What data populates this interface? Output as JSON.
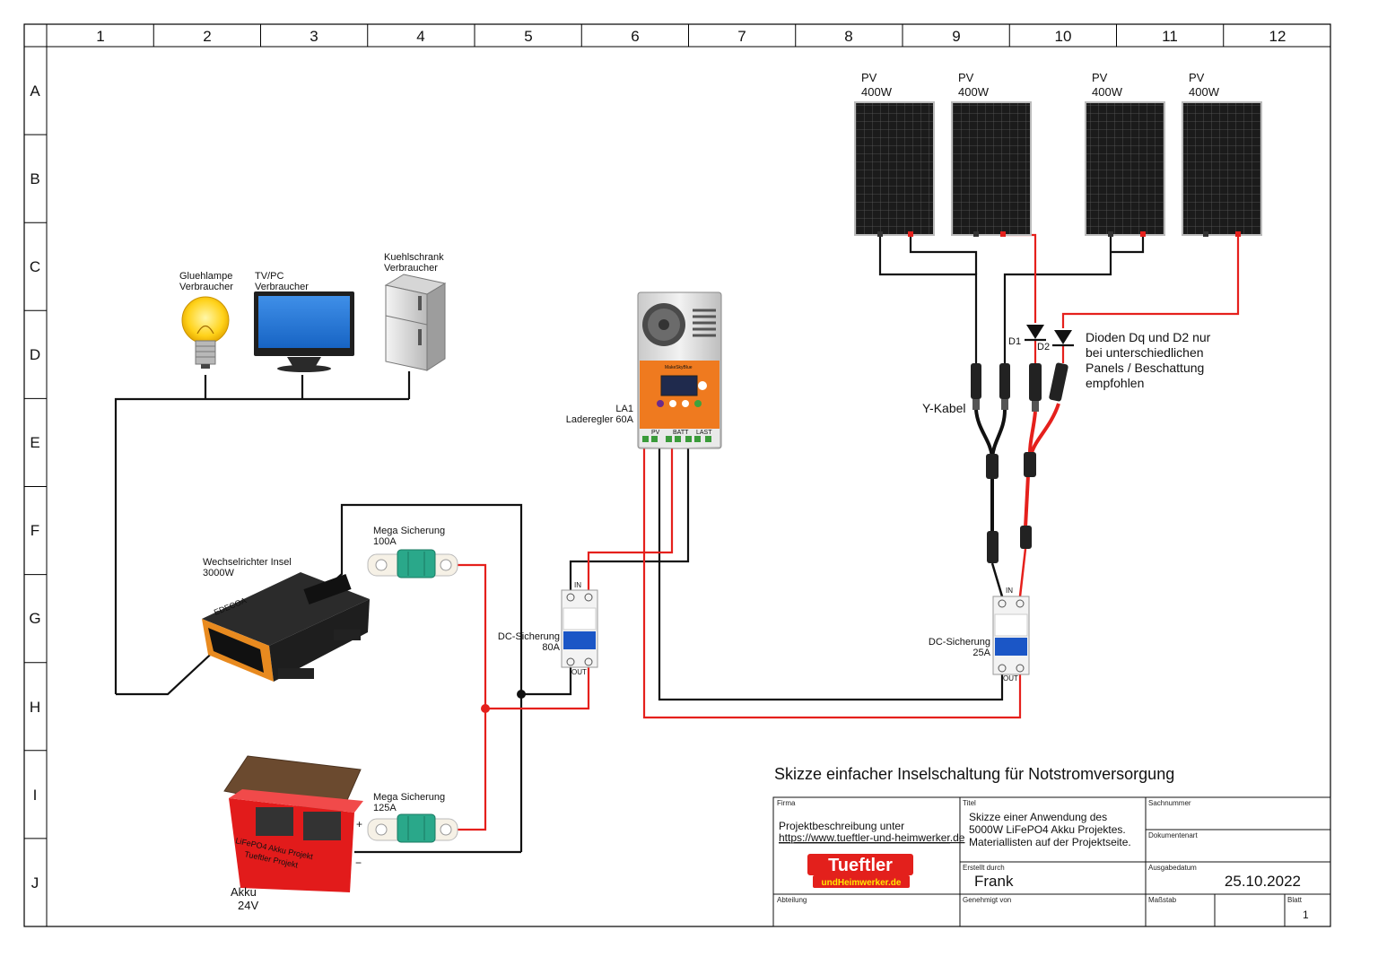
{
  "grid": {
    "columns": [
      "1",
      "2",
      "3",
      "4",
      "5",
      "6",
      "7",
      "8",
      "9",
      "10",
      "11",
      "12"
    ],
    "rows": [
      "A",
      "B",
      "C",
      "D",
      "E",
      "F",
      "G",
      "H",
      "I",
      "J"
    ]
  },
  "panels": [
    {
      "line1": "PV",
      "line2": "400W"
    },
    {
      "line1": "PV",
      "line2": "400W"
    },
    {
      "line1": "PV",
      "line2": "400W"
    },
    {
      "line1": "PV",
      "line2": "400W"
    }
  ],
  "consumers": {
    "lamp": {
      "line1": "Gluehlampe",
      "line2": "Verbraucher"
    },
    "tv": {
      "line1": "TV/PC",
      "line2": "Verbraucher"
    },
    "fridge": {
      "line1": "Kuehlschrank",
      "line2": "Verbraucher"
    }
  },
  "controller": {
    "line1": "LA1",
    "line2": "Laderegler 60A",
    "term_pv": "PV",
    "term_batt": "BATT",
    "term_last": "LAST",
    "brand": "MakeSkyBlue"
  },
  "diodes": {
    "d1": "D1",
    "d2": "D2",
    "note": [
      "Dioden Dq und D2  nur",
      "bei unterschiedlichen",
      "Panels / Beschattung",
      "empfohlen"
    ]
  },
  "y_cable": "Y-Kabel",
  "inverter": {
    "line1": "Wechselrichter Insel",
    "line2": "3000W",
    "brand": "EDECOA"
  },
  "fuse100": {
    "line1": "Mega Sicherung",
    "line2": "100A"
  },
  "fuse125": {
    "line1": "Mega Sicherung",
    "line2": "125A"
  },
  "dc_fuse_80": {
    "line1": "DC-Sicherung",
    "line2": "80A",
    "in": "IN",
    "out": "OUT"
  },
  "dc_fuse_25": {
    "line1": "DC-Sicherung",
    "line2": "25A",
    "in": "IN",
    "out": "OUT"
  },
  "battery": {
    "line1": "Akku",
    "line2": "24V",
    "plus": "+",
    "minus": "−",
    "label_top": "LiFePO4 Akku Projekt",
    "label_bottom": "Tueftler Projekt"
  },
  "sketch_title": "Skizze einfacher Inselschaltung für Notstromversorgung",
  "title_block": {
    "firma_label": "Firma",
    "firma_line1": "Projektbeschreibung unter",
    "firma_line2": "https://www.tueftler-und-heimwerker.de",
    "titel_label": "Titel",
    "titel_line1": "Skizze einer Anwendung des",
    "titel_line2": "5000W LiFePO4 Akku Projektes.",
    "titel_line3": "Materiallisten auf der Projektseite.",
    "sachnummer_label": "Sachnummer",
    "dokumentenart_label": "Dokumentenart",
    "erstellt_label": "Erstellt durch",
    "erstellt_value": "Frank",
    "ausgabe_label": "Ausgabedatum",
    "ausgabe_value": "25.10.2022",
    "abteilung_label": "Abteilung",
    "genehmigt_label": "Genehmigt von",
    "massstab_label": "Maßstab",
    "blatt_label": "Blatt",
    "blatt_value": "1",
    "logo_line1": "Tueftler",
    "logo_line2": "undHeimwerker.de"
  }
}
